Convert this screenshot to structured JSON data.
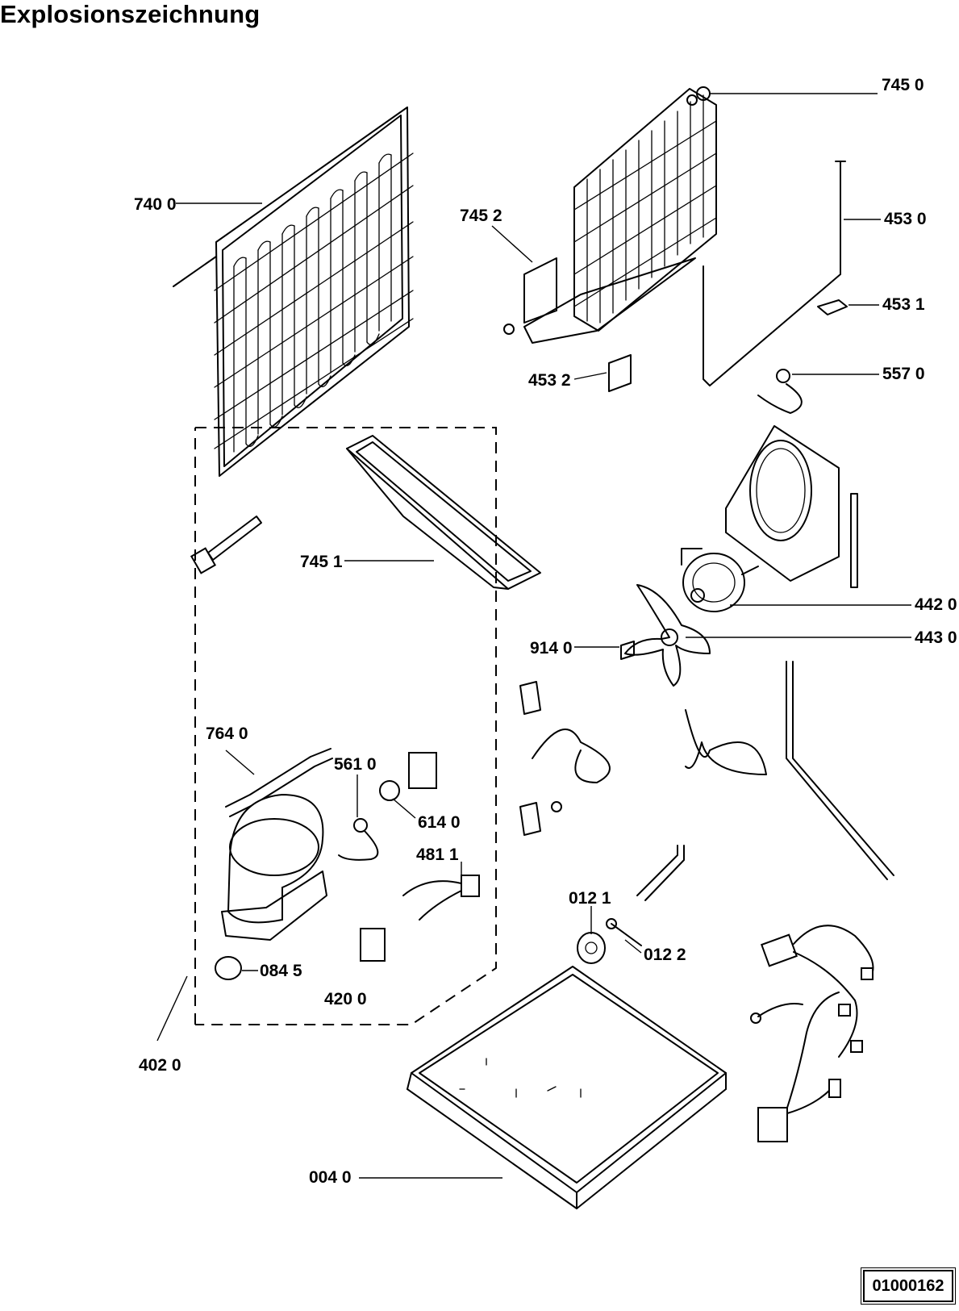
{
  "title": "Explosionszeichnung",
  "doc_code": "01000162",
  "labels": {
    "p7400": "740 0",
    "p7450": "745 0",
    "p7452": "745 2",
    "p4530": "453 0",
    "p4531": "453 1",
    "p4532": "453 2",
    "p5570": "557 0",
    "p7451": "745 1",
    "p4420": "442 0",
    "p4430": "443 0",
    "p9140": "914 0",
    "p7640": "764 0",
    "p5610": "561 0",
    "p6140": "614 0",
    "p4811": "481 1",
    "p0845": "084 5",
    "p4200": "420 0",
    "p4020": "402 0",
    "p0121": "012 1",
    "p0122": "012 2",
    "p0040": "004 0"
  }
}
